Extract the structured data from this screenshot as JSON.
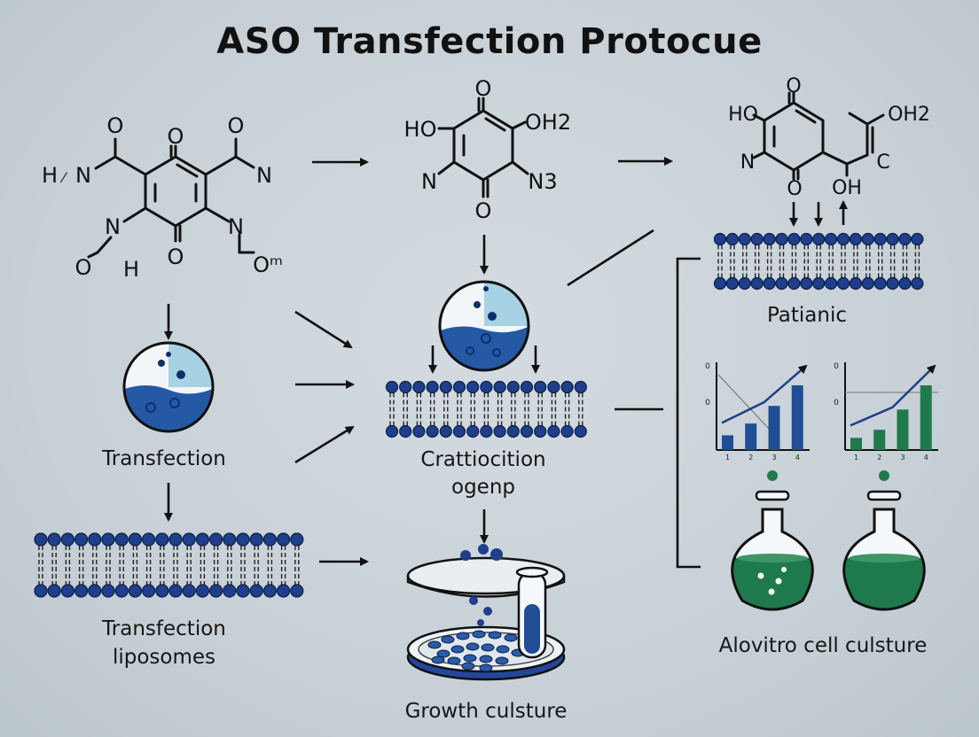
{
  "title": "ASO Transfection Protocue",
  "molecule_1": {
    "atoms": [
      "O",
      "O",
      "O",
      "O",
      "N",
      "N",
      "N",
      "N",
      "O",
      "H",
      "H",
      "Oᵐ",
      "H, ⁄"
    ],
    "h_left": "H",
    "h_slash": "⁄"
  },
  "molecule_2": {
    "atoms": [
      "O",
      "HO",
      "OH2",
      "N",
      "N3",
      "O"
    ]
  },
  "molecule_3": {
    "atoms": [
      "O",
      "HO",
      "OH2",
      "N",
      "C",
      "O",
      "OH"
    ]
  },
  "labels": {
    "transfection": "Transfection",
    "liposomes_line1": "Transfection",
    "liposomes_line2": "liposomes",
    "center_line1": "Crattiocition",
    "center_line2": "ogenp",
    "growth": "Growth culsture",
    "patianic": "Patianic",
    "cell_culture": "Alovitro cell culsture"
  },
  "chart_data": [
    {
      "type": "bar",
      "categories": [
        "1",
        "2",
        "3",
        "4"
      ],
      "values": [
        1,
        1.8,
        3,
        4.4
      ],
      "y_ticks": [
        "0",
        "0"
      ],
      "x_ticks": [
        "1",
        "2",
        "3",
        "4"
      ],
      "color": "#1f4e96",
      "trend_arrow": true
    },
    {
      "type": "bar",
      "categories": [
        "1",
        "2",
        "3",
        "4"
      ],
      "values": [
        0.6,
        1,
        2,
        3.2
      ],
      "y_ticks": [
        "0",
        "0"
      ],
      "x_ticks": [
        "1",
        "2",
        "3",
        "4"
      ],
      "color": "#1e7a4c",
      "trend_arrow": true
    }
  ],
  "colors": {
    "membrane_blue": "#1f3f8c",
    "drop_blue": "#2659a6",
    "light_blue": "#9fcbe0",
    "flask_green": "#1e7a4c",
    "line": "#111111"
  }
}
